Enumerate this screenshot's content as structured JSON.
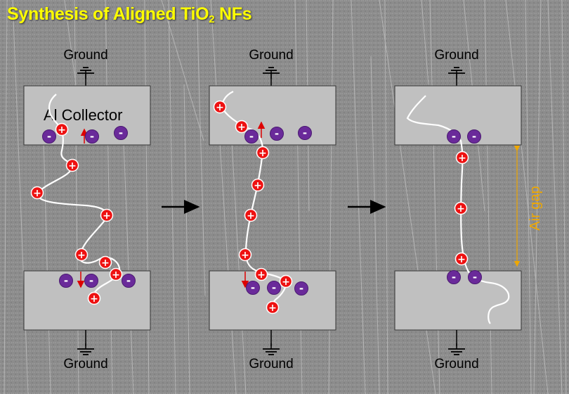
{
  "title_main": "Synthesis of Aligned TiO",
  "title_sub": "2",
  "title_end": " NFs",
  "ground_label": "Ground",
  "collector_label": "Al Collector",
  "air_gap_label": "Air gap",
  "plus_symbol": "+",
  "minus_symbol": "-",
  "colors": {
    "title": "#ffff00",
    "plate": "#c0c0c0",
    "positive_charge": "#ee1111",
    "negative_charge": "#6a2a9a",
    "fiber": "#ffffff",
    "air_gap": "#f0a800",
    "arrow": "#000000",
    "force_arrow": "#dd0000"
  },
  "icons": [
    "ground-symbol-icon",
    "arrow-right-icon",
    "double-arrow-icon"
  ]
}
